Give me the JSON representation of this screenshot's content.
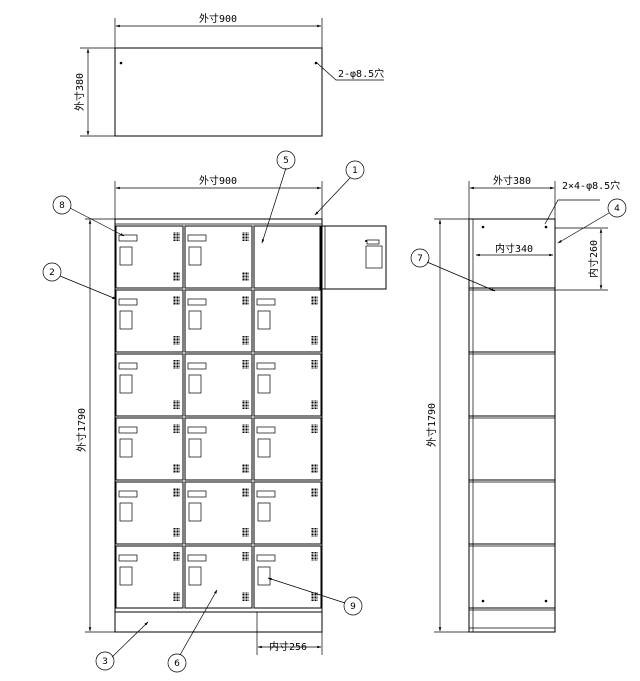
{
  "top_view": {
    "width_label": "外寸900",
    "depth_label": "外寸380",
    "hole_label": "2-φ8.5穴"
  },
  "front_view": {
    "width_label": "外寸900",
    "height_label": "外寸1790",
    "inner_width_label": "内寸256",
    "columns": 3,
    "rows": 6
  },
  "side_view": {
    "depth_label": "外寸380",
    "height_label": "外寸1790",
    "inner_depth_label": "内寸340",
    "inner_height_label": "内寸260",
    "hole_label": "2×4-φ8.5穴"
  },
  "callouts": [
    "1",
    "2",
    "3",
    "4",
    "5",
    "6",
    "7",
    "8",
    "9"
  ]
}
